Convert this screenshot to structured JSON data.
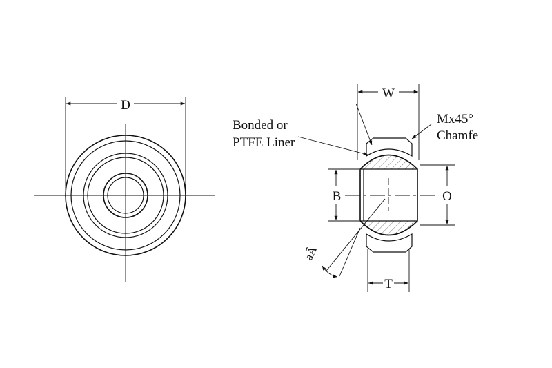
{
  "labels": {
    "D": "D",
    "W": "W",
    "B": "B",
    "O": "O",
    "T": "T",
    "angle": "aÂ",
    "chamfer_line1": "Mx45°",
    "chamfer_line2": "Chamfe",
    "liner_line1": "Bonded or",
    "liner_line2": "PTFE Liner"
  }
}
